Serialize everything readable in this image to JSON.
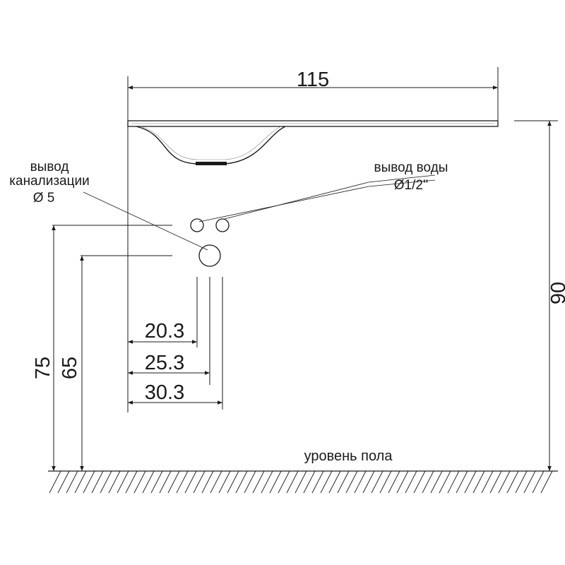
{
  "dimensions": {
    "width_total": "115",
    "height_total": "90",
    "drain_height": "65",
    "water_height": "75",
    "offset_drain": "20.3",
    "offset_water_1": "25.3",
    "offset_water_2": "30.3"
  },
  "labels": {
    "drain_line1": "вывод",
    "drain_line2": "канализации",
    "drain_line3": "Ø 5",
    "water_line1": "вывод воды",
    "water_line2": "Ø1/2''",
    "floor": "уровень пола"
  }
}
